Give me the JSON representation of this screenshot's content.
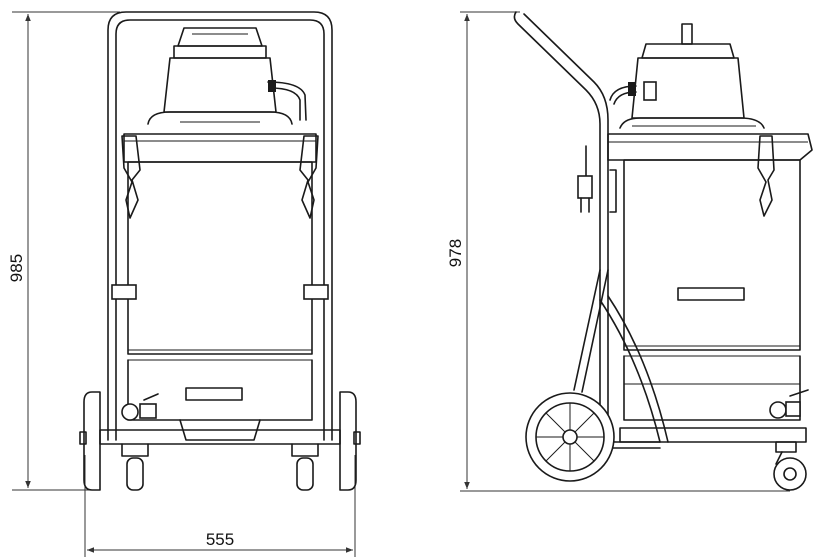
{
  "dimensions": {
    "front_height": "985",
    "front_width": "555",
    "side_height": "978"
  },
  "colors": {
    "line": "#1a1a1a",
    "dimension": "#333333",
    "background": "#ffffff"
  }
}
